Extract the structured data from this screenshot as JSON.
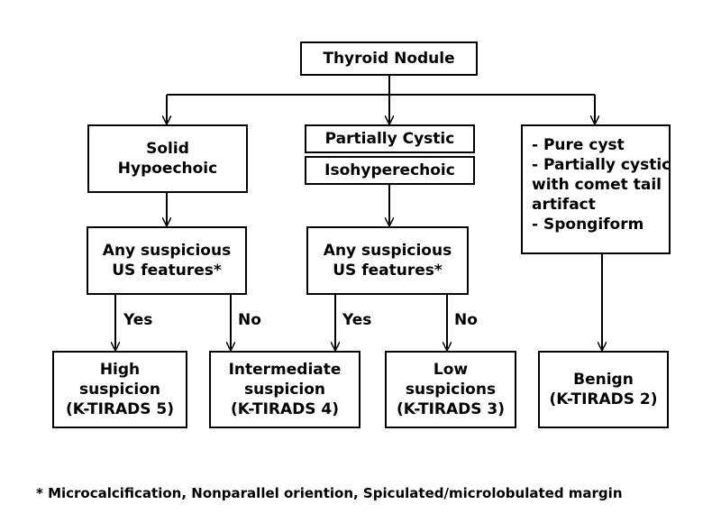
{
  "root": {
    "lines": [
      "Thyroid Nodule"
    ]
  },
  "branches": {
    "solid": {
      "lines": [
        "Solid",
        "Hypoechoic"
      ]
    },
    "partial_cystic": {
      "lines": [
        "Partially Cystic"
      ]
    },
    "isohyperechoic": {
      "lines": [
        "Isohyperechoic"
      ]
    },
    "benign_features": {
      "lines": [
        "- Pure cyst",
        "- Partially cystic",
        "with comet tail",
        "artifact",
        "- Spongiform"
      ]
    }
  },
  "questions": {
    "left": {
      "lines": [
        "Any suspicious",
        "US features*"
      ]
    },
    "mid": {
      "lines": [
        "Any suspicious",
        "US features*"
      ]
    }
  },
  "edge_labels": {
    "yes_left": "Yes",
    "no_left": "No",
    "yes_mid": "Yes",
    "no_mid": "No"
  },
  "outcomes": {
    "high": {
      "lines": [
        "High",
        "suspicion",
        "(K-TIRADS 5)"
      ]
    },
    "intermediate": {
      "lines": [
        "Intermediate",
        "suspicion",
        "(K-TIRADS 4)"
      ]
    },
    "low": {
      "lines": [
        "Low",
        "suspicions",
        "(K-TIRADS 3)"
      ]
    },
    "benign": {
      "lines": [
        "Benign",
        "(K-TIRADS 2)"
      ]
    }
  },
  "footnote": "* Microcalcification, Nonparallel oriention, Spiculated/microlobulated margin"
}
